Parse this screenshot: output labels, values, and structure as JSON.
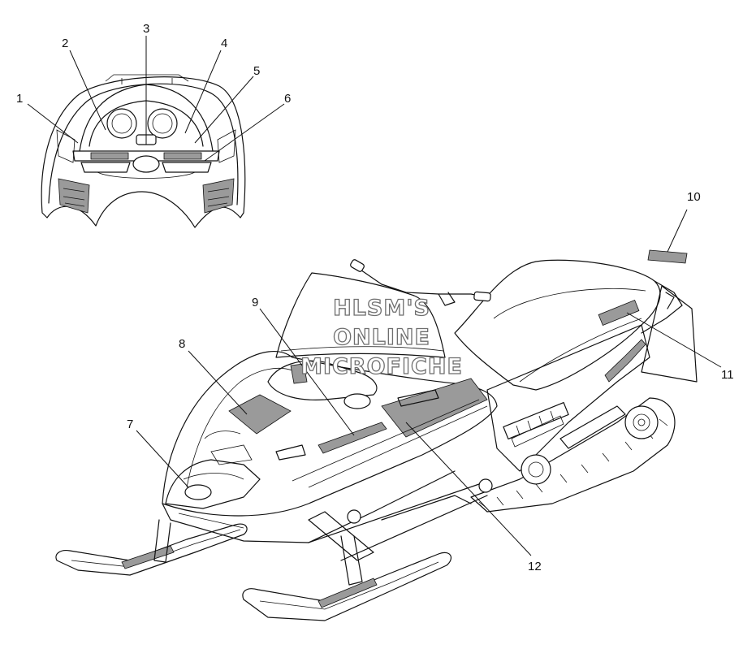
{
  "callouts": {
    "c1": "1",
    "c2": "2",
    "c3": "3",
    "c4": "4",
    "c5": "5",
    "c6": "6",
    "c7": "7",
    "c8": "8",
    "c9": "9",
    "c10": "10",
    "c11": "11",
    "c12": "12"
  },
  "watermark": {
    "line1": "HLSM'S",
    "line2": "ONLINE",
    "line3": "MICROFICHE"
  },
  "colors": {
    "line": "#111111",
    "background": "#ffffff",
    "watermark_outline": "#6e6e6e"
  }
}
